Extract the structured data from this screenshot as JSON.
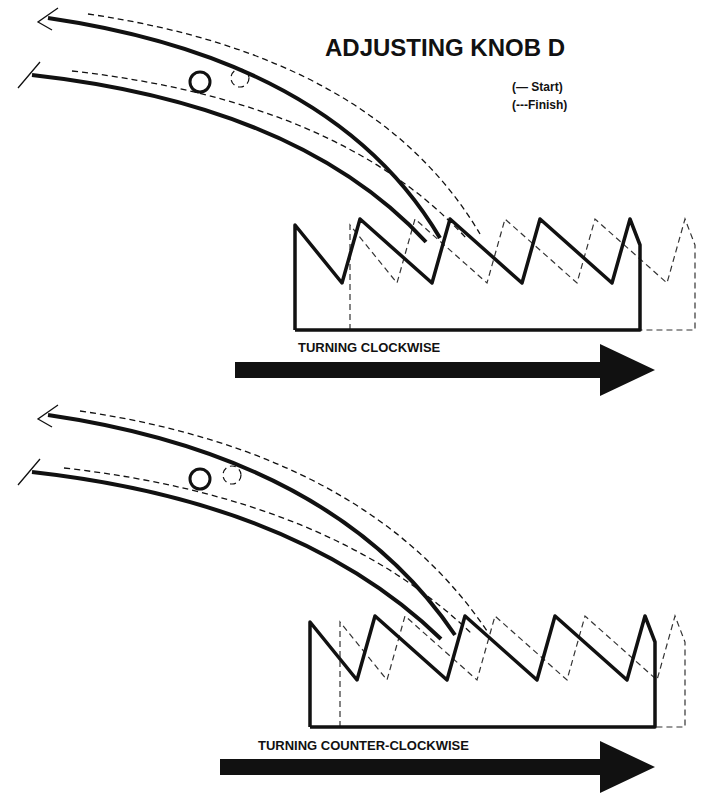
{
  "diagram": {
    "title": "ADJUSTING KNOB D",
    "labels": [
      "TURNING CLOCKWISE",
      "TURNING COUNTER-CLOCKWISE"
    ],
    "legend": [
      {
        "text": "(— Start)"
      },
      {
        "text": "(---Finish)"
      }
    ]
  }
}
